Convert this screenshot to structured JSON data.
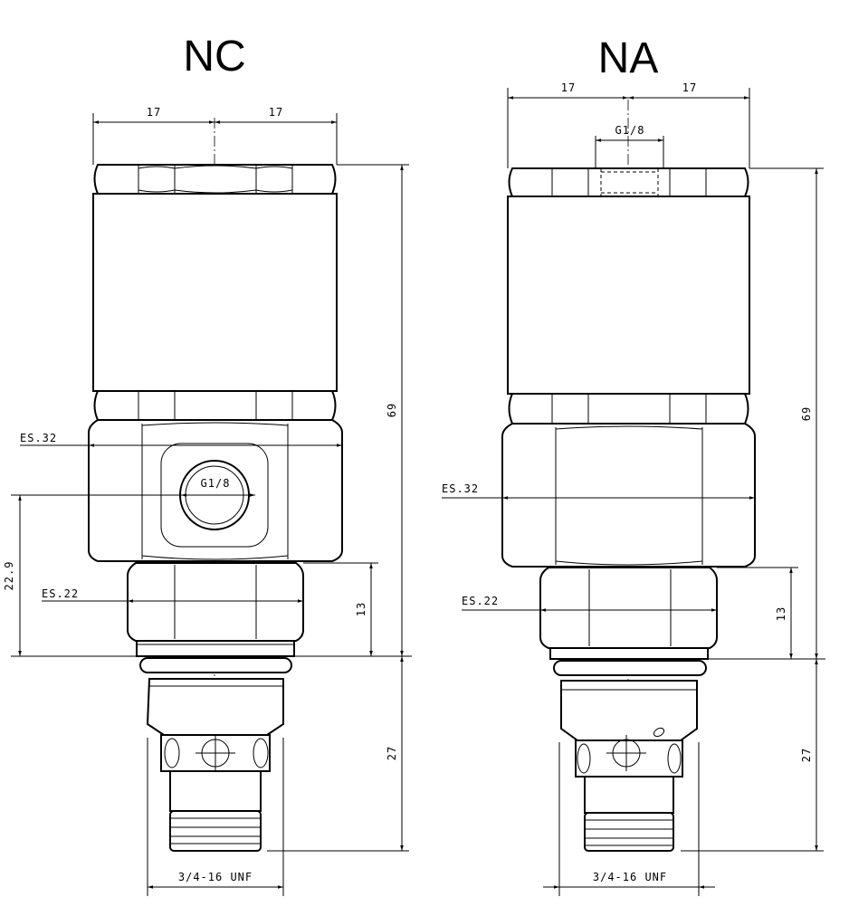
{
  "nc": {
    "title": "NC",
    "dim_width_left": "17",
    "dim_width_right": "17",
    "hex_main": "ES.32",
    "port": "G1/8",
    "dim_port_height": "22.9",
    "hex_lower": "ES.22",
    "dim_hex_lower": "13",
    "dim_total": "69",
    "dim_cartridge": "27",
    "thread": "3/4-16 UNF"
  },
  "na": {
    "title": "NA",
    "dim_width_left": "17",
    "dim_width_right": "17",
    "port": "G1/8",
    "hex_main": "ES.32",
    "hex_lower": "ES.22",
    "dim_hex_lower": "13",
    "dim_total": "69",
    "dim_cartridge": "27",
    "thread": "3/4-16 UNF"
  }
}
